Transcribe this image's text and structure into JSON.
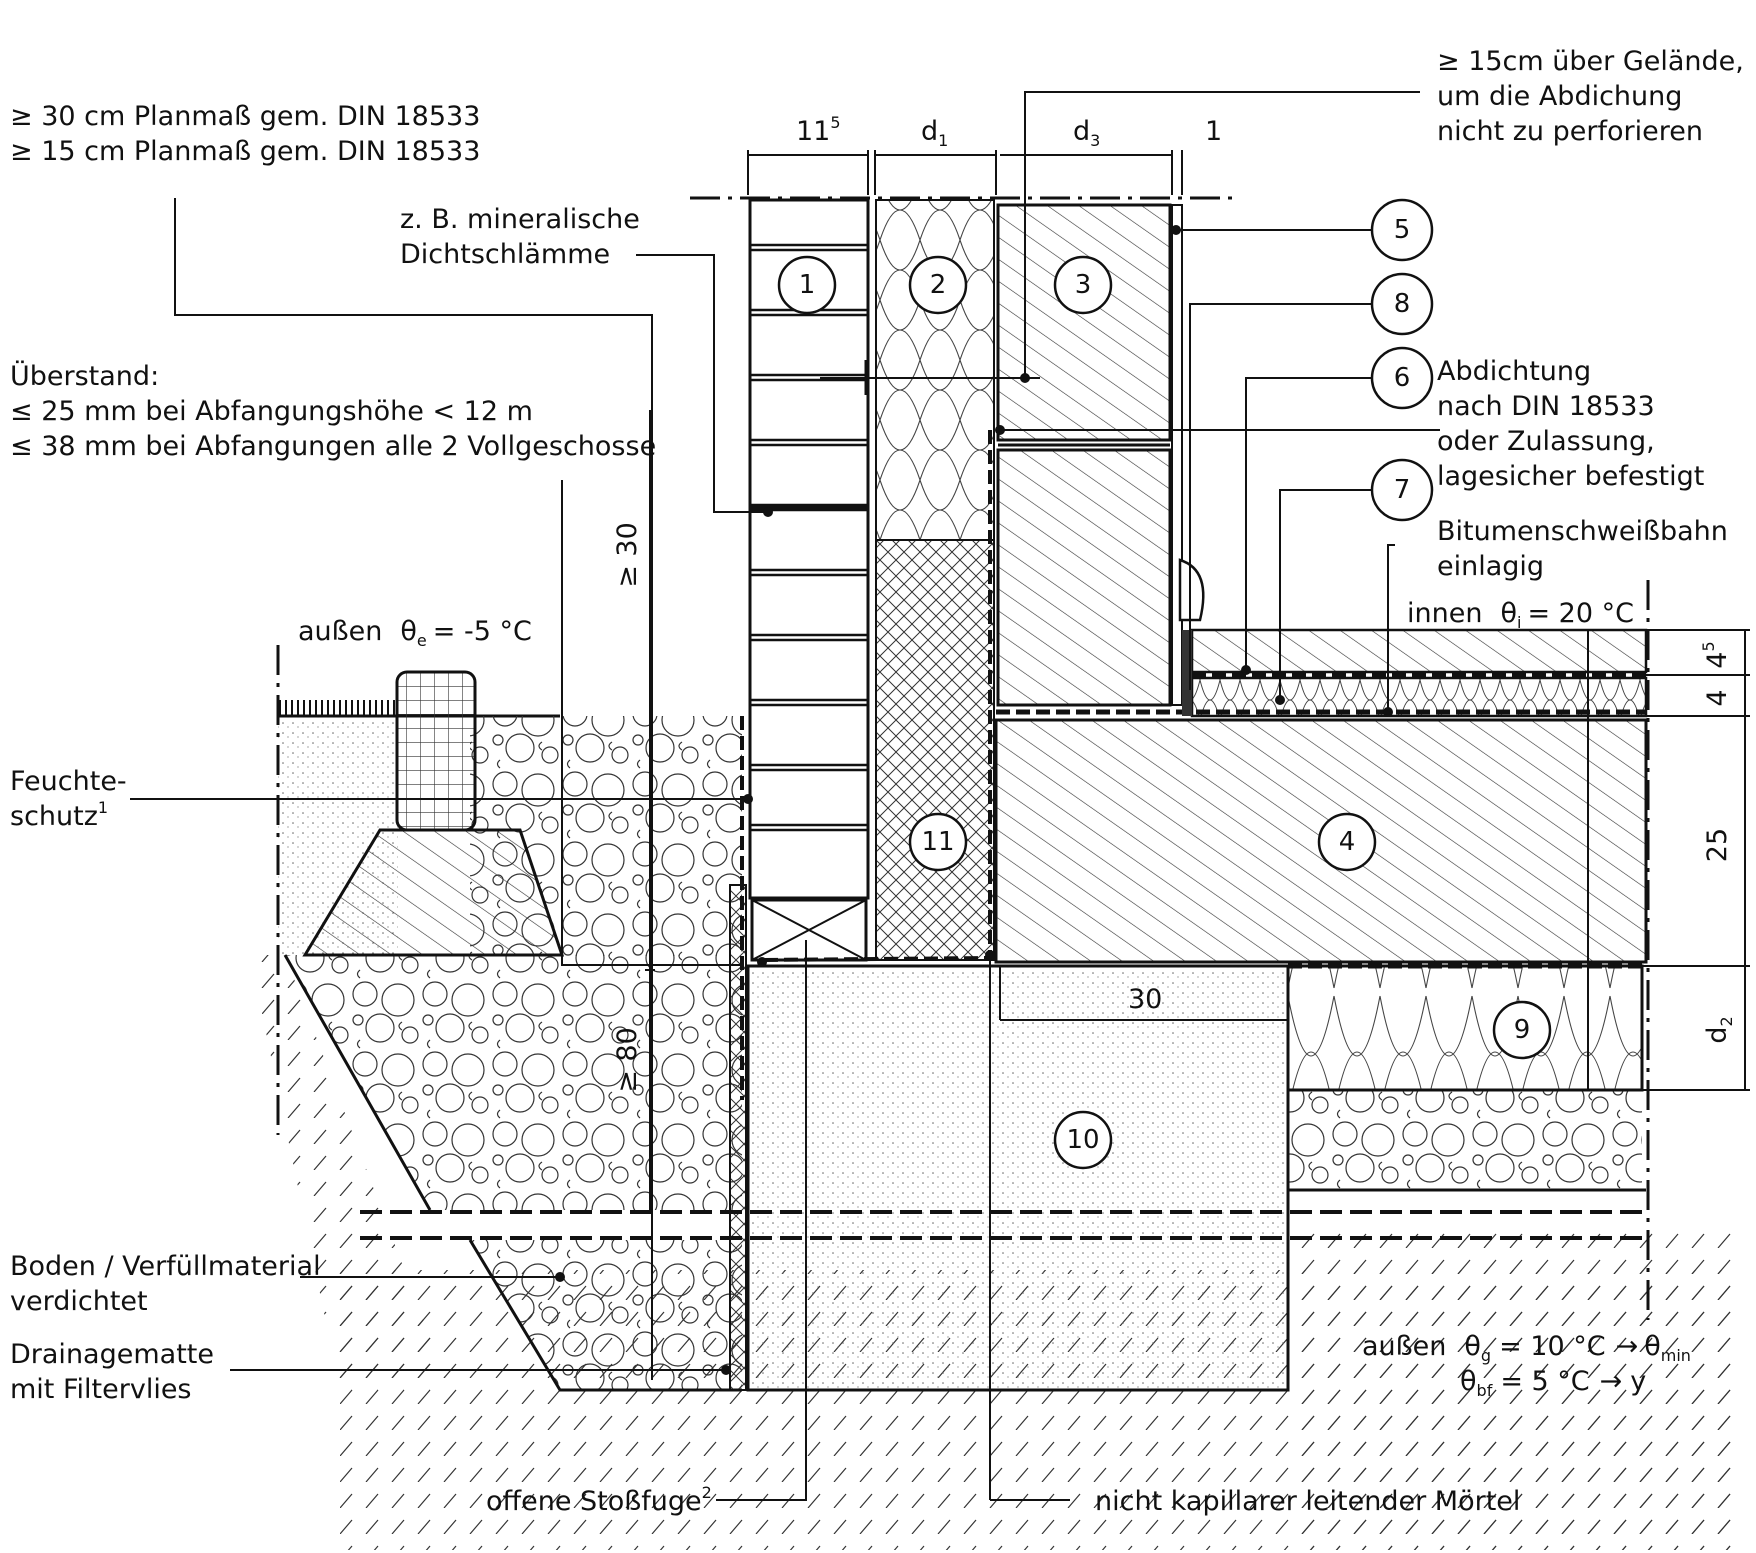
{
  "labels": {
    "planmass1": "≥ 30 cm Planmaß gem. DIN 18533",
    "planmass2": "≥ 15 cm  Planmaß gem. DIN 18533",
    "dicht1": "z. B. mineralische",
    "dicht2": "Dichtschlämme",
    "ueberstand0": "Überstand:",
    "ueberstand1": "≤ 25 mm bei Abfangungshöhe < 12 m",
    "ueberstand2": "≤ 38 mm bei Abfangungen alle 2 Vollgeschosse",
    "gelaende1": "≥ 15cm über Gelände,",
    "gelaende2": "um die Abdichung",
    "gelaende3": "nicht zu perforieren",
    "abd1": "Abdichtung",
    "abd2": "nach DIN 18533",
    "abd3": "oder Zulassung,",
    "abd4": "lagesicher befestigt",
    "bit1": "Bitumenschweißbahn",
    "bit2": "einlagig",
    "innen": "innen",
    "theta_i": "= 20 °C",
    "aussen": "außen",
    "theta_e": "= -5 °C",
    "feuchte1": "Feuchte-",
    "feuchte2": "schutz",
    "feuchte_sup": "1",
    "boden1": "Boden / Verfüllmaterial",
    "boden2": "verdichtet",
    "drain1": "Drainagematte",
    "drain2": "mit Filtervlies",
    "stossfuge": "offene Stoßfuge",
    "stossfuge_sup": "2",
    "moertel": "nicht kapillarer leitender Mörtel",
    "aussen_g": "außen",
    "theta_g": "= 10 °C",
    "theta_min": "min",
    "theta_bf": "=   5 °C",
    "arrow_y": "y"
  },
  "symbols": {
    "theta": "θ",
    "sub_e": "e",
    "sub_i": "i",
    "sub_g": "g",
    "sub_bf": "bf",
    "arrow": "→"
  },
  "dims": {
    "d_11_5": "11",
    "d_11_5_sup": "5",
    "d1": "d",
    "d1_sub": "1",
    "d3": "d",
    "d3_sub": "3",
    "d_1": "1",
    "d_ge30": "≥ 30",
    "d_ge80": "≥ 80",
    "d_45": "4",
    "d_45_sup": "5",
    "d_4": "4",
    "d_25": "25",
    "d_d2": "d",
    "d_d2_sub": "2",
    "d_30": "30"
  },
  "markers": [
    "1",
    "2",
    "3",
    "4",
    "5",
    "6",
    "7",
    "8",
    "9",
    "10",
    "11"
  ]
}
